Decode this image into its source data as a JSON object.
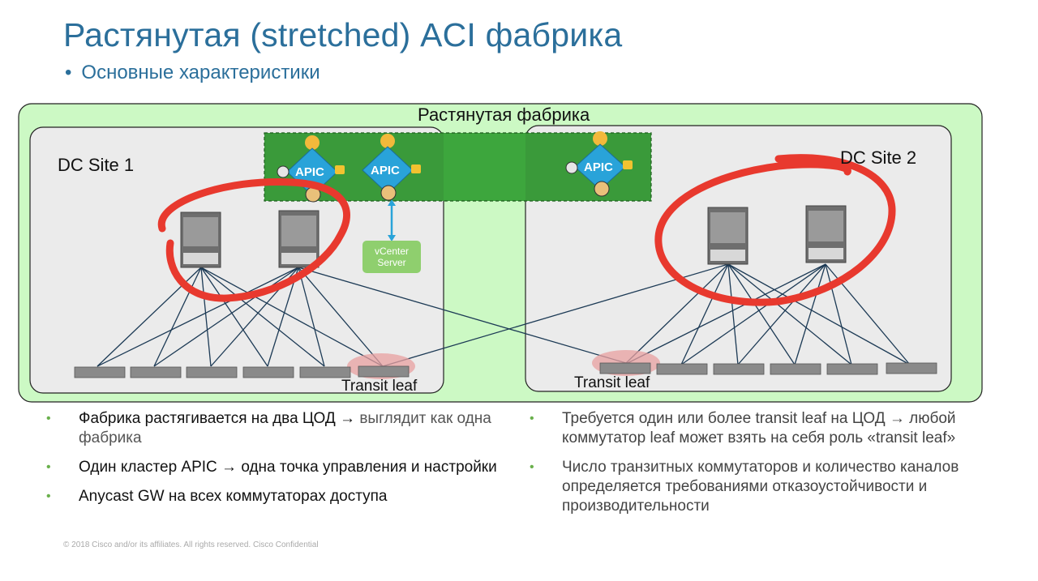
{
  "slide": {
    "title": "Растянутая (stretched) ACI фабрика",
    "subtitle": "Основные характеристики",
    "subtitle_bullet": "•"
  },
  "diagram": {
    "fabric_label": "Растянутая фабрика",
    "site1_label": "DC Site 1",
    "site2_label": "DC Site 2",
    "apic_label": "APIC",
    "vcenter_line1": "vCenter",
    "vcenter_line2": "Server",
    "transit_leaf_label": "Transit leaf",
    "colors": {
      "outer_fabric": "#ccf9c4",
      "site_box": "#ebebeb",
      "apic_band": "#3a9a3a",
      "apic_diamond": "#29a3d9",
      "highlight": "#e8392e",
      "links": "#1c3a55",
      "title": "#2b6f9b",
      "bullet": "#6ab04c"
    },
    "icons": [
      "apic-controller-icon",
      "lock-icon",
      "clock-icon",
      "user-icon",
      "spine-switch-icon",
      "leaf-switch-icon",
      "vcenter-server-icon"
    ]
  },
  "bullets_left": [
    {
      "main": "Фабрика растягивается на два ЦОД →",
      "rest": " выглядит как одна фабрика"
    },
    {
      "main": "Один кластер APIC → одна точка управления и настройки",
      "rest": ""
    },
    {
      "main": "Anycast GW на всех коммутаторах доступа",
      "rest": ""
    }
  ],
  "bullets_right": [
    {
      "text": "Требуется один или более transit leaf на ЦОД → любой коммутатор leaf может взять на себя роль «transit leaf»"
    },
    {
      "text": "Число транзитных коммутаторов и количество каналов определяется требованиями отказоустойчивости и производительности"
    }
  ],
  "bullet_glyph": "•",
  "footer": "© 2018  Cisco and/or its affiliates. All rights reserved.   Cisco Confidential"
}
